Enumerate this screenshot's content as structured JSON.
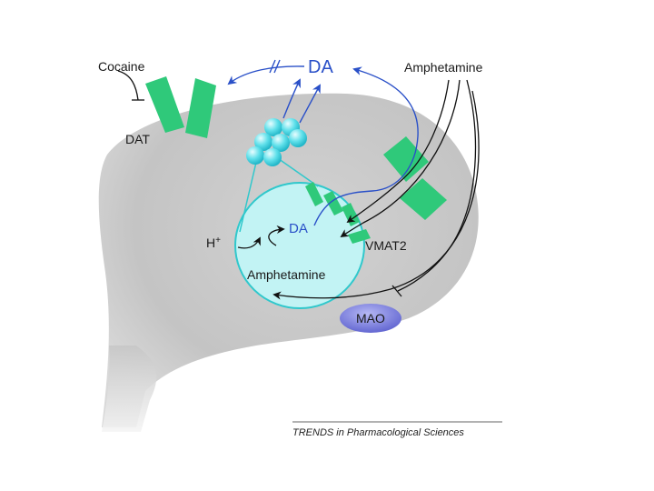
{
  "labels": {
    "cocaine": "Cocaine",
    "dat": "DAT",
    "da_extracellular": "DA",
    "amphetamine_top": "Amphetamine",
    "da_vesicle": "DA",
    "h_plus": "H+",
    "vmat2": "VMAT2",
    "amphetamine_vesicle": "Amphetamine",
    "mao": "MAO"
  },
  "credit": {
    "journal": "TRENDS",
    "rest": " in Pharmacological Sciences"
  },
  "colors": {
    "terminal": "#c9c9c9",
    "vesicle_fill": "#c2f3f4",
    "vesicle_stroke": "#30c8cc",
    "transporter": "#2fc97a",
    "dopamine_arrow": "#2a50c8",
    "black_arrow": "#111111",
    "mao_fill": "#6f72d6"
  }
}
